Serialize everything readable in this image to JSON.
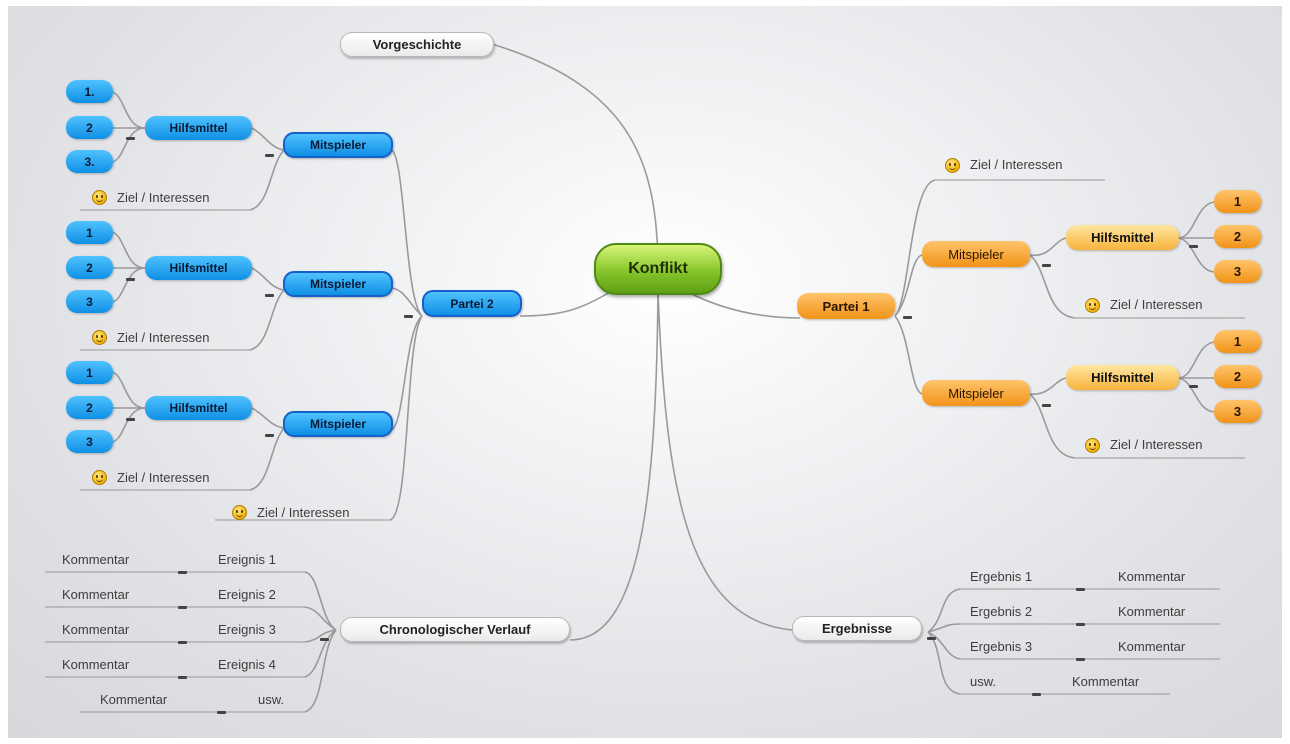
{
  "central": "Konflikt",
  "vorgeschichte": "Vorgeschichte",
  "partei2": {
    "label": "Partei 2",
    "groups": [
      {
        "mitspieler": "Mitspieler",
        "hilfsmittel": "Hilfsmittel",
        "items": [
          "1.",
          "2",
          "3."
        ],
        "ziel": "Ziel / Interessen"
      },
      {
        "mitspieler": "Mitspieler",
        "hilfsmittel": "Hilfsmittel",
        "items": [
          "1",
          "2",
          "3"
        ],
        "ziel": "Ziel / Interessen"
      },
      {
        "mitspieler": "Mitspieler",
        "hilfsmittel": "Hilfsmittel",
        "items": [
          "1",
          "2",
          "3"
        ],
        "ziel": "Ziel / Interessen"
      }
    ],
    "ziel": "Ziel / Interessen"
  },
  "partei1": {
    "label": "Partei 1",
    "ziel": "Ziel / Interessen",
    "groups": [
      {
        "mitspieler": "Mitspieler",
        "hilfsmittel": "Hilfsmittel",
        "items": [
          "1",
          "2",
          "3"
        ],
        "ziel": "Ziel / Interessen"
      },
      {
        "mitspieler": "Mitspieler",
        "hilfsmittel": "Hilfsmittel",
        "items": [
          "1",
          "2",
          "3"
        ],
        "ziel": "Ziel / Interessen"
      }
    ]
  },
  "chronologie": {
    "label": "Chronologischer Verlauf",
    "events": [
      {
        "event": "Ereignis 1",
        "kommentar": "Kommentar"
      },
      {
        "event": "Ereignis 2",
        "kommentar": "Kommentar"
      },
      {
        "event": "Ereignis 3",
        "kommentar": "Kommentar"
      },
      {
        "event": "Ereignis 4",
        "kommentar": "Kommentar"
      },
      {
        "event": "usw.",
        "kommentar": "Kommentar"
      }
    ]
  },
  "ergebnisse": {
    "label": "Ergebnisse",
    "results": [
      {
        "result": "Ergebnis 1",
        "kommentar": "Kommentar"
      },
      {
        "result": "Ergebnis 2",
        "kommentar": "Kommentar"
      },
      {
        "result": "Ergebnis 3",
        "kommentar": "Kommentar"
      },
      {
        "result": "usw.",
        "kommentar": "Kommentar"
      }
    ]
  },
  "colors": {
    "root": "#7cc12a",
    "blue": "#1a9bea",
    "orange": "#f29a1e",
    "line": "#9a9a9a"
  },
  "icons": {
    "collapse": "minus-icon",
    "ziel": "smiley-icon"
  }
}
